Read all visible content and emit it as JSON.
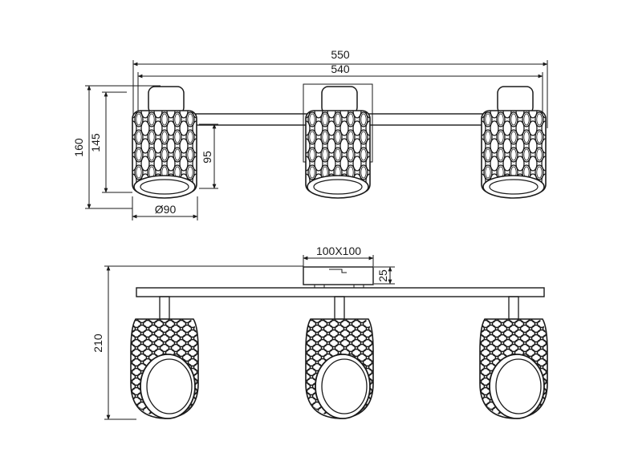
{
  "dimensions": {
    "overall_width": "550",
    "bar_width": "540",
    "total_height": "160",
    "shade_height_145": "145",
    "shade_height_95": "95",
    "shade_diameter": "Ø90",
    "base_plate": "100X100",
    "base_height": "25",
    "side_height": "210"
  },
  "colors": {
    "line": "#1a1a1a",
    "background": "#ffffff"
  }
}
